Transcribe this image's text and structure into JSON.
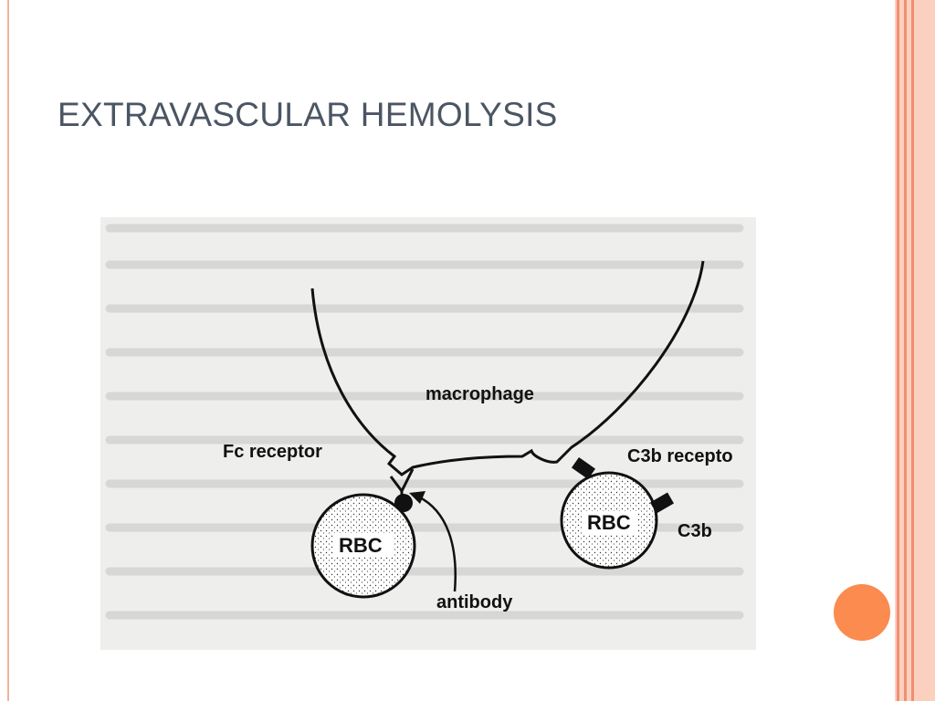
{
  "slide": {
    "title": "EXTRAVASCULAR HEMOLYSIS"
  },
  "diagram": {
    "labels": {
      "macrophage": "macrophage",
      "fc_receptor": "Fc receptor",
      "c3b_receptor": "C3b recepto",
      "rbc_left": "RBC",
      "rbc_right": "RBC",
      "c3b": "C3b",
      "antibody": "antibody"
    }
  },
  "colors": {
    "accent_orange": "#fb8b4e",
    "band_light": "#fbd0bf",
    "band_line": "#f08f72",
    "title_text": "#4b5563"
  }
}
